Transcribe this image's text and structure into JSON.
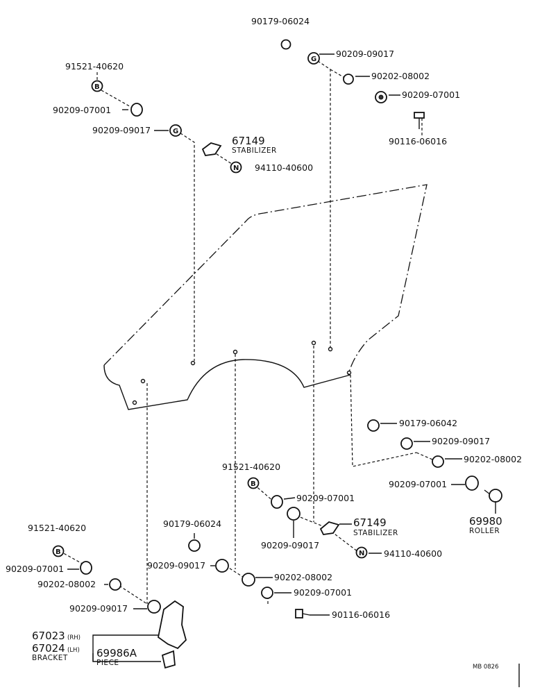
{
  "labels": {
    "l1": "90179-06024",
    "l2": "90209-09017",
    "l3": "90202-08002",
    "l4": "90209-07001",
    "l5": "90116-06016",
    "l6": "91521-40620",
    "l7": "90209-07001",
    "l8": "90209-09017",
    "l9": "67149",
    "l9s": "STABILIZER",
    "l10": "94110-40600",
    "l11": "90179-06042",
    "l12": "90209-09017",
    "l13": "90202-08002",
    "l14": "90209-07001",
    "l15": "69980",
    "l15s": "ROLLER",
    "l16": "91521-40620",
    "l17": "90209-07001",
    "l18": "67149",
    "l18s": "STABILIZER",
    "l19": "90209-09017",
    "l20": "94110-40600",
    "l21": "90179-06024",
    "l22": "91521-40620",
    "l23": "90209-07001",
    "l24": "90209-09017",
    "l25": "90202-08002",
    "l26": "90202-08002",
    "l27": "90209-07001",
    "l28": "90116-06016",
    "l29": "90209-09017",
    "l30a": "67023",
    "l30aq": "(RH)",
    "l30b": "67024",
    "l30bq": "(LH)",
    "l30s": "BRACKET",
    "l31": "69986A",
    "l31s": "PIECE",
    "ref": "MB 0826",
    "letterB": "B",
    "letterN": "N"
  }
}
